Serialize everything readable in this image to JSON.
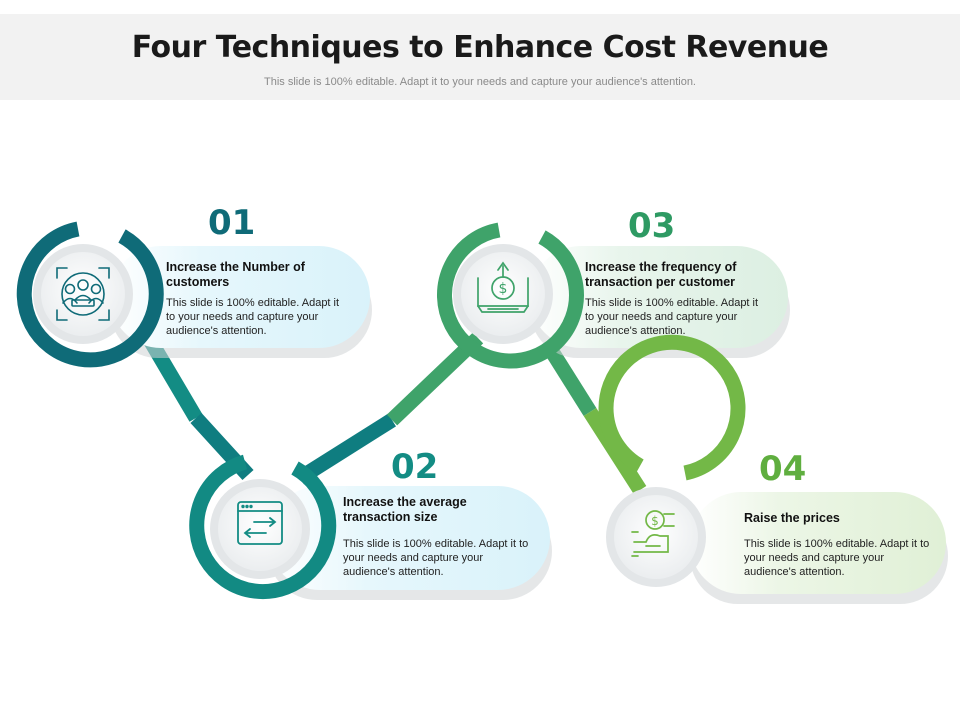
{
  "title": "Four Techniques to Enhance Cost Revenue",
  "subtitle": "This slide is 100% editable. Adapt it to your needs and capture your audience's attention.",
  "colors": {
    "teal_dark": "#0f6b78",
    "teal": "#138c84",
    "green": "#3fa36a",
    "light_green": "#73b847",
    "card_blue": "#e4f6fb",
    "card_green": "#e6f4ea",
    "card_light_green": "#eaf5e4"
  },
  "steps": [
    {
      "number": "01",
      "heading": "Increase the Number of customers",
      "body": "This slide is 100% editable. Adapt it to your needs and capture your audience's attention.",
      "icon": "customers-target-icon"
    },
    {
      "number": "02",
      "heading": "Increase the average transaction size",
      "body": "This slide is 100% editable. Adapt it to your needs and capture your audience's attention.",
      "icon": "browser-transfer-icon"
    },
    {
      "number": "03",
      "heading": "Increase the frequency of transaction per customer",
      "body": "This slide is 100% editable. Adapt it to your needs and capture your audience's attention.",
      "icon": "dollar-upload-icon"
    },
    {
      "number": "04",
      "heading": "Raise the prices",
      "body": "This slide is 100% editable. Adapt it to your needs and capture your audience's attention.",
      "icon": "hand-dollar-icon"
    }
  ]
}
